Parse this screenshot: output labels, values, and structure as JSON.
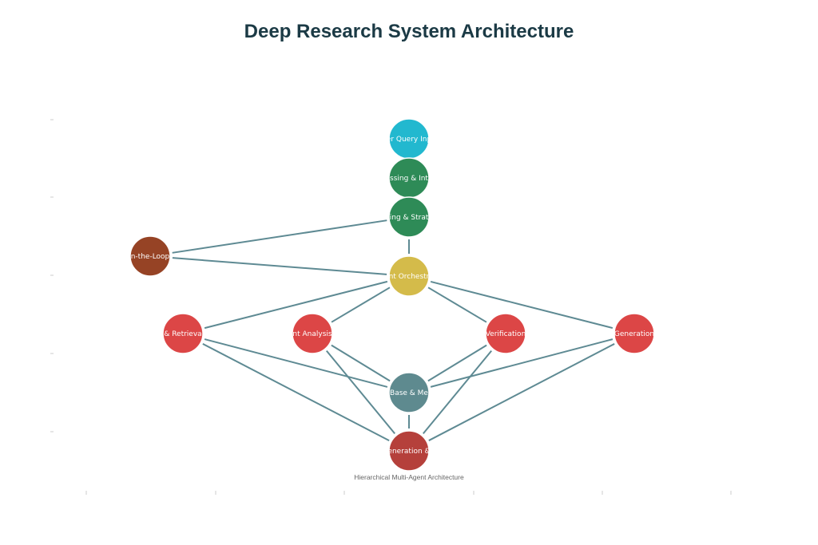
{
  "title": "Deep Research System Architecture",
  "caption": "Hierarchical Multi-Agent Architecture",
  "nodes": [
    {
      "id": "query",
      "label": "er Query Inp",
      "color": "#22b8cf"
    },
    {
      "id": "processing",
      "label": "essing & Inte",
      "color": "#2e8b57"
    },
    {
      "id": "planning",
      "label": "ning & Strate",
      "color": "#2e8b57"
    },
    {
      "id": "human",
      "label": "n-the-Loop",
      "color": "#964325"
    },
    {
      "id": "orchestrator",
      "label": "nt Orchestr",
      "color": "#d4bb4a"
    },
    {
      "id": "retrieval",
      "label": "& Retrieva",
      "color": "#dc4646"
    },
    {
      "id": "analysis",
      "label": "nt Analysis",
      "color": "#dc4646"
    },
    {
      "id": "verification",
      "label": "Verification",
      "color": "#dc4646"
    },
    {
      "id": "generation",
      "label": "Generation",
      "color": "#dc4646"
    },
    {
      "id": "knowledge",
      "label": "Base & Me",
      "color": "#5e8a8f"
    },
    {
      "id": "report",
      "label": "eneration &",
      "color": "#b5403b"
    }
  ],
  "edges": [
    [
      "human",
      "planning"
    ],
    [
      "human",
      "orchestrator"
    ],
    [
      "planning",
      "orchestrator"
    ],
    [
      "orchestrator",
      "retrieval"
    ],
    [
      "orchestrator",
      "analysis"
    ],
    [
      "orchestrator",
      "verification"
    ],
    [
      "orchestrator",
      "generation"
    ],
    [
      "retrieval",
      "knowledge"
    ],
    [
      "retrieval",
      "report"
    ],
    [
      "analysis",
      "knowledge"
    ],
    [
      "analysis",
      "report"
    ],
    [
      "verification",
      "knowledge"
    ],
    [
      "verification",
      "report"
    ],
    [
      "generation",
      "knowledge"
    ],
    [
      "generation",
      "report"
    ],
    [
      "knowledge",
      "report"
    ]
  ]
}
